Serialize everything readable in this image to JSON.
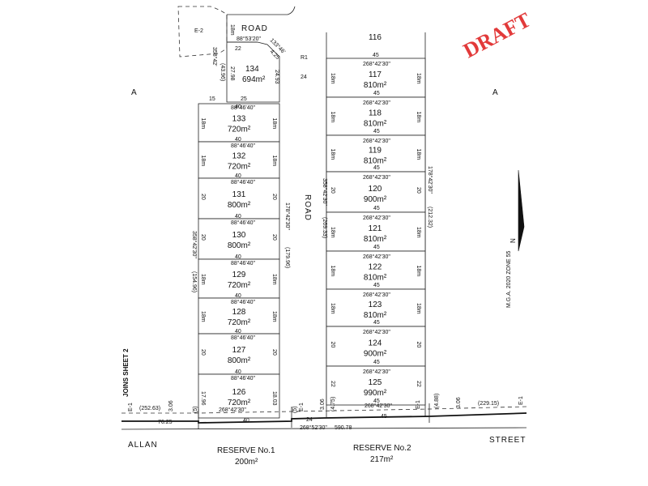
{
  "top_road": "ROAD",
  "middle_road": "ROAD",
  "left_street": "ALLAN",
  "right_street": "STREET",
  "label_a_left": "A",
  "label_a_right": "A",
  "easement_top": "E-2",
  "easement_bottom": "E-1",
  "r1": "R1",
  "road_width_top": "24",
  "road_width_bottom": "24",
  "stamp": "DRAFT",
  "sheet_note": "JOINS SHEET 2",
  "zone_note": "M.G.A. 2020 ZONE 55",
  "north_label": "N",
  "lot116": "116",
  "lot134": {
    "num": "134",
    "area": "694m²",
    "b_top": "88°53'20\"",
    "w_top": "22",
    "corner": "133°46'",
    "d_corner": "4.25",
    "d_left": "27.98",
    "d_left2": "358°42'",
    "d_left_chain": "(43.96)",
    "d_right": "24.93",
    "d_bottom": "25",
    "d_bottom_left": "15",
    "frontage_top": "18m"
  },
  "left_lots": [
    {
      "num": "133",
      "area": "720m²",
      "top_b": "88°46'40\"",
      "top_w": "40",
      "side": "18m"
    },
    {
      "num": "132",
      "area": "720m²",
      "top_b": "88°46'40\"",
      "top_w": "40",
      "side": "18m"
    },
    {
      "num": "131",
      "area": "800m²",
      "top_b": "88°46'40\"",
      "top_w": "40",
      "side": "20"
    },
    {
      "num": "130",
      "area": "800m²",
      "top_b": "88°46'40\"",
      "top_w": "40",
      "side": "20"
    },
    {
      "num": "129",
      "area": "720m²",
      "top_b": "88°46'40\"",
      "top_w": "40",
      "side": "18m"
    },
    {
      "num": "128",
      "area": "720m²",
      "top_b": "88°46'40\"",
      "top_w": "40",
      "side": "18m"
    },
    {
      "num": "127",
      "area": "800m²",
      "top_b": "88°46'40\"",
      "top_w": "40",
      "side": "20"
    },
    {
      "num": "126",
      "area": "720m²",
      "top_b": "88°46'40\"",
      "top_w": "40",
      "side": "17.96",
      "side_r": "18.03"
    }
  ],
  "left_bearing": "358°42'30\"",
  "left_chain": "(154.96)",
  "left_right_bearing": "178°42'30\"",
  "left_right_chain": "(179.96)",
  "lot126_bottom": {
    "b": "268°42'30\"",
    "w": "40"
  },
  "right_lots": [
    {
      "num": "117",
      "area": "810m²",
      "top_b": "268°42'30\"",
      "top_w": "45",
      "side": "18m"
    },
    {
      "num": "118",
      "area": "810m²",
      "top_b": "268°42'30\"",
      "top_w": "45",
      "side": "18m"
    },
    {
      "num": "119",
      "area": "810m²",
      "top_b": "268°42'30\"",
      "top_w": "45",
      "side": "18m"
    },
    {
      "num": "120",
      "area": "900m²",
      "top_b": "268°42'30\"",
      "top_w": "45",
      "side": "20"
    },
    {
      "num": "121",
      "area": "810m²",
      "top_b": "268°42'30\"",
      "top_w": "45",
      "side": "18m"
    },
    {
      "num": "122",
      "area": "810m²",
      "top_b": "268°42'30\"",
      "top_w": "45",
      "side": "18m"
    },
    {
      "num": "123",
      "area": "810m²",
      "top_b": "268°42'30\"",
      "top_w": "45",
      "side": "18m"
    },
    {
      "num": "124",
      "area": "900m²",
      "top_b": "268°42'30\"",
      "top_w": "45",
      "side": "20"
    },
    {
      "num": "125",
      "area": "990m²",
      "top_b": "268°42'30\"",
      "top_w": "45",
      "side": "22"
    }
  ],
  "right_top_w": "45",
  "right_bearing_left": "358°42'30\"",
  "right_chain_left": "(269.33)",
  "right_bearing_right": "178°42'30\"",
  "right_chain_right": "(212.32)",
  "lot125_bottom": {
    "b": "268°42'30\"",
    "w": "45"
  },
  "street_dims": {
    "left_chain": "(252.63)",
    "d1": "3.06",
    "d2": "76.25",
    "bracket5a": "(5)",
    "bracket5b": "(5)",
    "d_mid": "590.78",
    "bearing_mid": "268°52'30\"",
    "d3": "3.06",
    "bracket475": "(4.75)",
    "bracket488": "(4.88)",
    "d4": "3.06",
    "right_chain": "(229.15)"
  },
  "reserve1": {
    "name": "RESERVE No.1",
    "area": "200m²"
  },
  "reserve2": {
    "name": "RESERVE No.2",
    "area": "217m²"
  }
}
